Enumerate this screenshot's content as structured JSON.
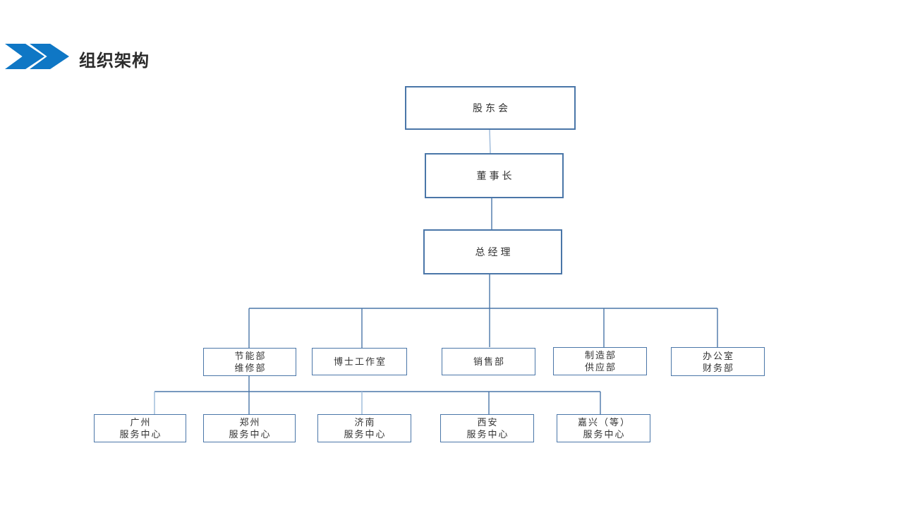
{
  "slide": {
    "title": "组织架构"
  },
  "theme": {
    "accent_blue": "#0F77C5",
    "connector_color": "#4A76A8",
    "connector_light_color": "#A7C1DE",
    "box_border_color": "#4A76A8",
    "text_color": "#333333",
    "title_color": "#2B2B2B",
    "background": "#FFFFFF"
  },
  "org_chart": {
    "root_chain": [
      {
        "id": "shareholders-meeting",
        "label": "股东会"
      },
      {
        "id": "chairman",
        "label": "董事长"
      },
      {
        "id": "general-manager",
        "label": "总经理"
      }
    ],
    "departments": [
      {
        "id": "energy-maintenance",
        "line1": "节能部",
        "line2": "维修部"
      },
      {
        "id": "phd-studio",
        "line1": "博士工作室",
        "line2": ""
      },
      {
        "id": "sales-dept",
        "line1": "销售部",
        "line2": ""
      },
      {
        "id": "manufacturing-supply",
        "line1": "制造部",
        "line2": "供应部"
      },
      {
        "id": "office-finance",
        "line1": "办公室",
        "line2": "财务部"
      }
    ],
    "service_centers": [
      {
        "id": "guangzhou",
        "line1": "广州",
        "line2": "服务中心"
      },
      {
        "id": "zhengzhou",
        "line1": "郑州",
        "line2": "服务中心"
      },
      {
        "id": "jinan",
        "line1": "济南",
        "line2": "服务中心"
      },
      {
        "id": "xian",
        "line1": "西安",
        "line2": "服务中心"
      },
      {
        "id": "jiaxing",
        "line1": "嘉兴（等）",
        "line2": "服务中心"
      }
    ]
  }
}
